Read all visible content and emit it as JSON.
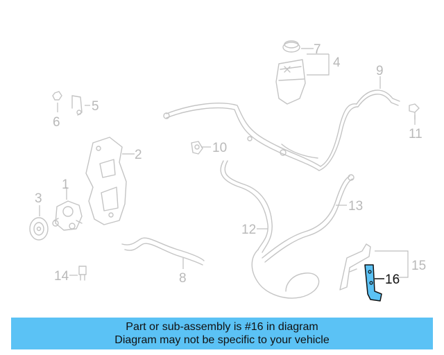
{
  "callouts": [
    "1",
    "2",
    "3",
    "4",
    "5",
    "6",
    "7",
    "8",
    "9",
    "10",
    "11",
    "12",
    "13",
    "14",
    "15",
    "16"
  ],
  "highlight_callout": "16",
  "highlight_color": "#5bc2f5",
  "banner": {
    "line1": "Part or sub-assembly is #16 in diagram",
    "line2": "Diagram may not be specific to your vehicle",
    "background": "#5bc2f5"
  }
}
